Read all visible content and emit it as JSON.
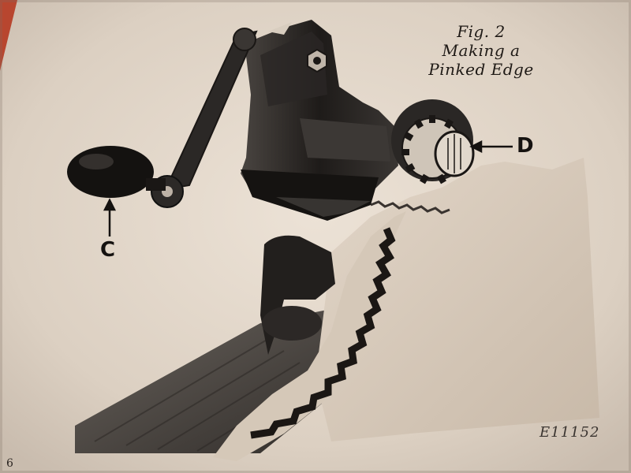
{
  "figure": {
    "caption_lines": [
      "Fig. 2",
      "Making a",
      "Pinked Edge"
    ],
    "labels": {
      "handle": "C",
      "cutter": "D"
    },
    "code": "E11152",
    "page_number": "6"
  },
  "colors": {
    "page": "#e3d7c9",
    "ink": "#1b1714",
    "fabric": "#d8cbbb",
    "table": "#4a4541",
    "background_cloth": "#b8462f"
  }
}
